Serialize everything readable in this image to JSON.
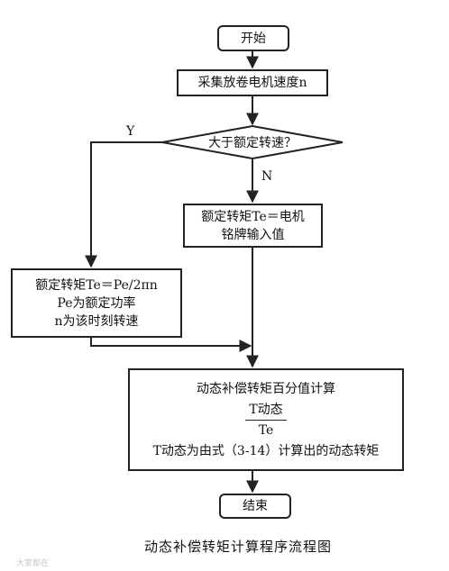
{
  "flow": {
    "start": "开始",
    "collect": "采集放卷电机速度n",
    "decision": "大于额定转速？",
    "yes": "Y",
    "no": "N",
    "rated_torque_line1": "额定转矩Te＝电机",
    "rated_torque_line2": "铭牌输入值",
    "calc_line1": "额定转矩Te＝Pe/2πn",
    "calc_line2": "Pe为额定功率",
    "calc_line3": "n为该时刻转速",
    "dyn_title": "动态补偿转矩百分值计算",
    "frac_num": "T动态",
    "frac_den": "Te",
    "dyn_note": "T动态为由式（3-14）计算出的动态转矩",
    "end": "结束"
  },
  "caption": "动态补偿转矩计算程序流程图",
  "watermark": "大家都在"
}
